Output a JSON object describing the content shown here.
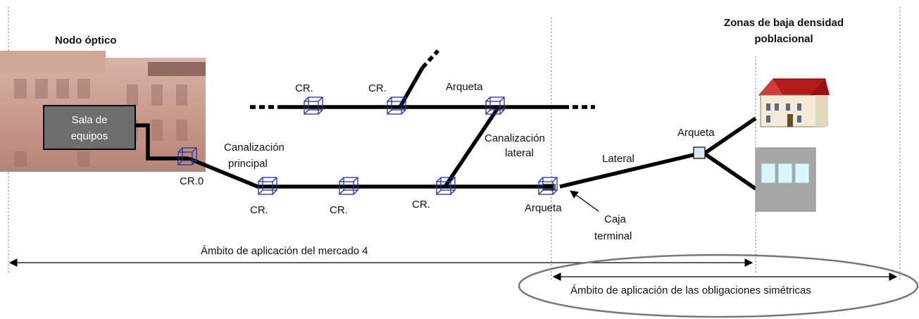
{
  "labels": {
    "nodo_optico": "Nodo óptico",
    "sala_equipos_1": "Sala de",
    "sala_equipos_2": "equipos",
    "cr0": "CR.0",
    "cr": "CR.",
    "canalizacion_principal_1": "Canalización",
    "canalizacion_principal_2": "principal",
    "canalizacion_lateral_1": "Canalización",
    "canalizacion_lateral_2": "lateral",
    "arqueta": "Arqueta",
    "lateral": "Lateral",
    "caja_terminal_1": "Caja",
    "caja_terminal_2": "terminal",
    "zonas_1": "Zonas de baja densidad",
    "zonas_2": "poblacional",
    "ambito_mercado4": "Ámbito de aplicación del mercado 4",
    "ambito_simetricas": "Ámbito de aplicación de las obligaciones simétricas"
  },
  "colors": {
    "cable": "#000000",
    "ducts": "#2233aa",
    "building": "#c89a8c",
    "equipment_room": "#6e6e6e",
    "ellipse": "#777777"
  }
}
